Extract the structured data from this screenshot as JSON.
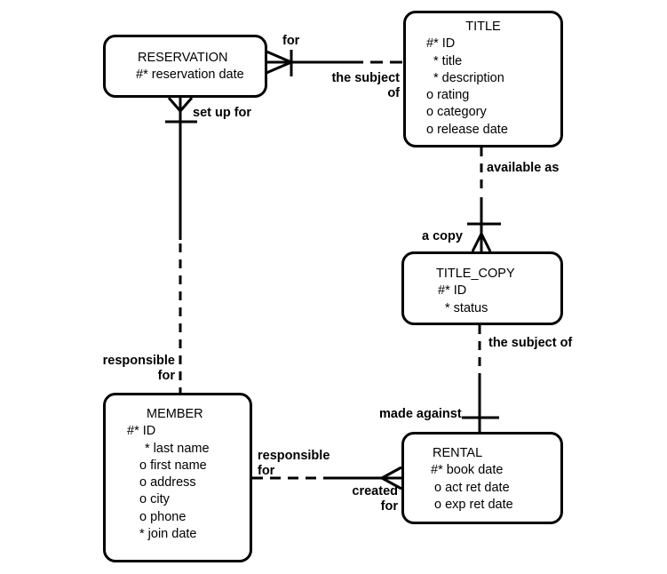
{
  "entities": {
    "reservation": {
      "name": "RESERVATION",
      "attributes": [
        "#* reservation date"
      ]
    },
    "title": {
      "name": "TITLE",
      "attributes": [
        "#* ID",
        "* title",
        "* description",
        "o rating",
        "o category",
        "o release date"
      ]
    },
    "title_copy": {
      "name": "TITLE_COPY",
      "attributes": [
        "#* ID",
        "* status"
      ]
    },
    "member": {
      "name": "MEMBER",
      "attributes": [
        "#* ID",
        "* last name",
        "o first name",
        "o address",
        "o city",
        "o phone",
        "* join date"
      ]
    },
    "rental": {
      "name": "RENTAL",
      "attributes": [
        "#* book date",
        "o act ret date",
        "o exp ret date"
      ]
    }
  },
  "relationships": {
    "reservation_title": {
      "from_label": "for",
      "to_label_line1": "the subject",
      "to_label_line2": "of"
    },
    "reservation_member": {
      "from_label": "set up for",
      "to_label_line1": "responsible",
      "to_label_line2": "for"
    },
    "title_titlecopy": {
      "from_label": "available as",
      "to_label": "a copy"
    },
    "titlecopy_rental": {
      "from_label": "the subject of",
      "to_label": "made against"
    },
    "member_rental": {
      "from_label_line1": "responsible",
      "from_label_line2": "for",
      "to_label_line1": "created",
      "to_label_line2": "for"
    }
  }
}
